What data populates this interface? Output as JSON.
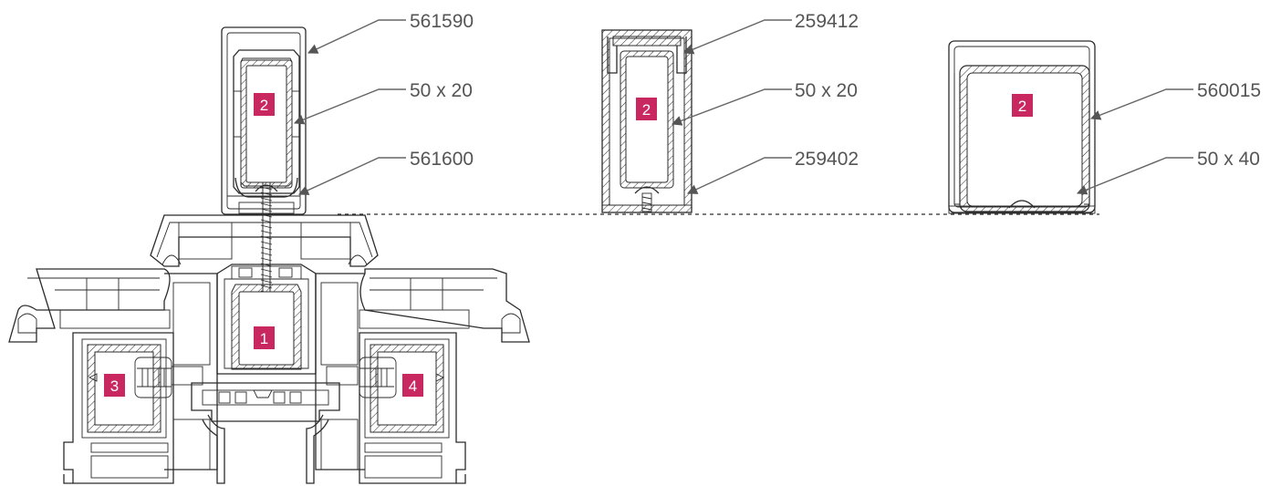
{
  "colors": {
    "badge": "#c8285f",
    "line": "#2b2b2b",
    "label": "#555555",
    "leader": "#666666"
  },
  "callouts": [
    {
      "id": "c1",
      "text": "561590"
    },
    {
      "id": "c2",
      "text": "50 x 20"
    },
    {
      "id": "c3",
      "text": "561600"
    },
    {
      "id": "c4",
      "text": "259412"
    },
    {
      "id": "c5",
      "text": "50 x 20"
    },
    {
      "id": "c6",
      "text": "259402"
    },
    {
      "id": "c7",
      "text": "560015"
    },
    {
      "id": "c8",
      "text": "50 x 40"
    }
  ],
  "badges": [
    {
      "id": "b2a",
      "text": "2"
    },
    {
      "id": "b2b",
      "text": "2"
    },
    {
      "id": "b2c",
      "text": "2"
    },
    {
      "id": "b1",
      "text": "1"
    },
    {
      "id": "b3",
      "text": "3"
    },
    {
      "id": "b4",
      "text": "4"
    }
  ]
}
